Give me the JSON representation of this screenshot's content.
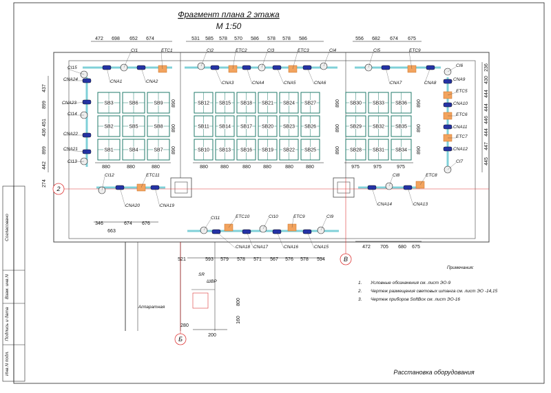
{
  "title": "Фрагмент плана 2 этажа",
  "scale": "М 1:50",
  "footer": "Расстановка оборудования",
  "room_label": "Аппаратная",
  "notes_title": "Примечания:",
  "notes": [
    {
      "n": "1.",
      "text": "Условные обозначения см. лист ЭО-9"
    },
    {
      "n": "2.",
      "text": "Чертеж размещения световых штанга см. лист ЭО -14,15"
    },
    {
      "n": "3.",
      "text": "Чертеж приборов SoftBox см. лист ЭО-16"
    }
  ],
  "axes": [
    "2",
    "В",
    "Б"
  ],
  "stamp_fields": [
    "Согласовано",
    "Взам. инв.N",
    "Подпись и дата",
    "Инв.N подл."
  ],
  "small_labels": [
    "SR",
    "ШВР"
  ],
  "racks": {
    "left": [
      "SB3",
      "SB6",
      "SB9",
      "SB2",
      "SB5",
      "SB8",
      "SB1",
      "SB4",
      "SB7"
    ],
    "mid": [
      "SB12",
      "SB15",
      "SB18",
      "SB21",
      "SB24",
      "SB27",
      "SB11",
      "SB14",
      "SB17",
      "SB20",
      "SB23",
      "SB26",
      "SB10",
      "SB13",
      "SB16",
      "SB19",
      "SB22",
      "SB25"
    ],
    "right": [
      "SB30",
      "SB33",
      "SB36",
      "SB29",
      "SB32",
      "SB35",
      "SB28",
      "SB31",
      "SB34"
    ]
  },
  "devices_top": [
    "CI1",
    "ETC1",
    "CNA1",
    "CNA2",
    "CI2",
    "ETC2",
    "CI3",
    "ETC3",
    "CI4",
    "CNA3",
    "CNA4",
    "CNA5",
    "CNA6",
    "CI5",
    "ETC9",
    "CNA7",
    "CNA8"
  ],
  "devices_left": [
    "CI15",
    "CNA24",
    "CI14",
    "CNA23",
    "CNA22",
    "CNA21",
    "CI13"
  ],
  "devices_right": [
    "CI6",
    "CNA9",
    "ETC5",
    "CNA10",
    "ETC6",
    "CNA11",
    "ETC7",
    "CNA12",
    "CI7"
  ],
  "devices_mid": [
    "CI12",
    "ETC11",
    "CNA20",
    "CNA19",
    "CI8",
    "ETC8",
    "CNA14",
    "CNA13"
  ],
  "devices_bottom": [
    "CI11",
    "ETC10",
    "CI10",
    "ETC9",
    "CI9",
    "CNA18",
    "CNA17",
    "CNA16",
    "CNA15"
  ],
  "dims_top": [
    "472",
    "698",
    "652",
    "674",
    "531",
    "585",
    "578",
    "570",
    "586",
    "578",
    "578",
    "586",
    "556",
    "682",
    "674",
    "675"
  ],
  "dims_racks": [
    "880",
    "880",
    "880",
    "880",
    "880",
    "880",
    "880",
    "880",
    "880",
    "975",
    "975",
    "975"
  ],
  "dims_bottom": [
    "346",
    "663",
    "674",
    "676",
    "521",
    "593",
    "579",
    "578",
    "571",
    "567",
    "576",
    "578",
    "594",
    "472",
    "705",
    "680",
    "675"
  ],
  "dims_vert_left": [
    "437",
    "899",
    "451",
    "436",
    "899",
    "442",
    "274"
  ],
  "dims_vert_right": [
    "236",
    "430",
    "444",
    "444",
    "446",
    "444",
    "447",
    "445"
  ],
  "dims_rack_vert": [
    "890",
    "890",
    "890"
  ],
  "dims_misc": [
    "800",
    "160",
    "280",
    "200"
  ]
}
